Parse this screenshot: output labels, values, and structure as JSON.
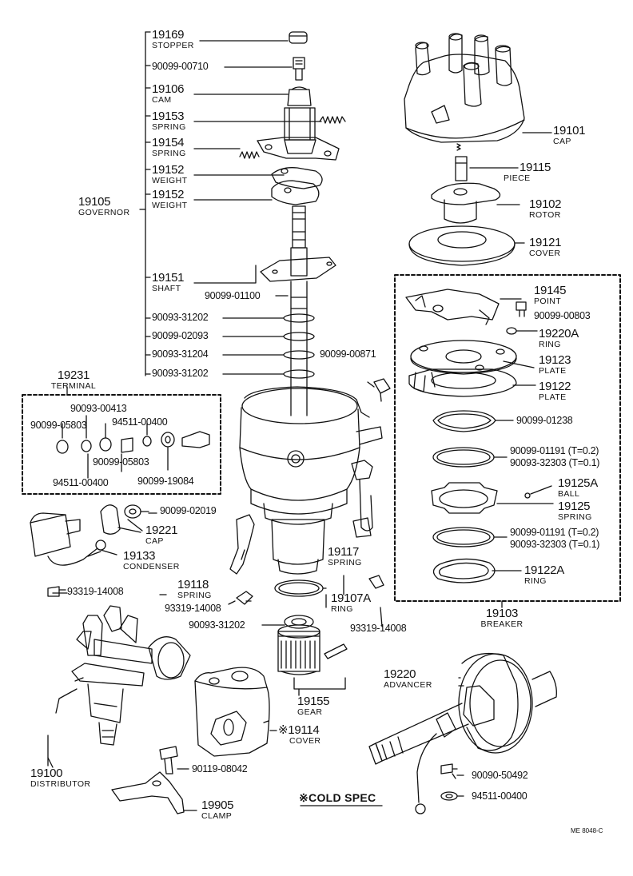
{
  "parts": {
    "p19169": {
      "num": "19169",
      "name": "STOPPER"
    },
    "p90099_00710": {
      "num": "90099-00710"
    },
    "p19106": {
      "num": "19106",
      "name": "CAM"
    },
    "p19153": {
      "num": "19153",
      "name": "SPRING"
    },
    "p19154": {
      "num": "19154",
      "name": "SPRING"
    },
    "p19152a": {
      "num": "19152",
      "name": "WEIGHT"
    },
    "p19152b": {
      "num": "19152",
      "name": "WEIGHT"
    },
    "p19105": {
      "num": "19105",
      "name": "GOVERNOR"
    },
    "p19151": {
      "num": "19151",
      "name": "SHAFT"
    },
    "p90099_01100": {
      "num": "90099-01100"
    },
    "p90093_31202a": {
      "num": "90093-31202"
    },
    "p90099_02093": {
      "num": "90099-02093"
    },
    "p90093_31204": {
      "num": "90093-31204"
    },
    "p90093_31202b": {
      "num": "90093-31202"
    },
    "p19231": {
      "num": "19231",
      "name": "TERMINAL"
    },
    "p90093_00413": {
      "num": "90093-00413"
    },
    "p90099_05803a": {
      "num": "90099-05803"
    },
    "p94511_00400a": {
      "num": "94511-00400"
    },
    "p90099_05803b": {
      "num": "90099-05803"
    },
    "p94511_00400b": {
      "num": "94511-00400"
    },
    "p90099_19084": {
      "num": "90099-19084"
    },
    "p90099_02019": {
      "num": "90099-02019"
    },
    "p19221": {
      "num": "19221",
      "name": "CAP"
    },
    "p19133": {
      "num": "19133",
      "name": "CONDENSER"
    },
    "p93319_14008a": {
      "num": "93319-14008"
    },
    "p19118": {
      "num": "19118",
      "name": "SPRING"
    },
    "p93319_14008b": {
      "num": "93319-14008"
    },
    "p90093_31202c": {
      "num": "90093-31202"
    },
    "p19117": {
      "num": "19117",
      "name": "SPRING"
    },
    "p19107a": {
      "num": "19107A",
      "name": "RING"
    },
    "p93319_14008c": {
      "num": "93319-14008"
    },
    "p90099_00871": {
      "num": "90099-00871"
    },
    "p19155": {
      "num": "19155",
      "name": "GEAR"
    },
    "p19114": {
      "num": "19114",
      "name": "COVER",
      "mark": "※"
    },
    "p19100": {
      "num": "19100",
      "name": "DISTRIBUTOR"
    },
    "p90119_08042": {
      "num": "90119-08042"
    },
    "p19905": {
      "num": "19905",
      "name": "CLAMP"
    },
    "p19101": {
      "num": "19101",
      "name": "CAP"
    },
    "p19115": {
      "num": "19115",
      "name": "PIECE"
    },
    "p19102": {
      "num": "19102",
      "name": "ROTOR"
    },
    "p19121": {
      "num": "19121",
      "name": "COVER"
    },
    "p19145": {
      "num": "19145",
      "name": "POINT"
    },
    "p90099_00803": {
      "num": "90099-00803"
    },
    "p19220a": {
      "num": "19220A",
      "name": "RING"
    },
    "p19123": {
      "num": "19123",
      "name": "PLATE"
    },
    "p19122": {
      "num": "19122",
      "name": "PLATE"
    },
    "p90099_01238": {
      "num": "90099-01238"
    },
    "p90099_01191a": {
      "num": "90099-01191 (T=0.2)"
    },
    "p90093_32303a": {
      "num": "90093-32303 (T=0.1)"
    },
    "p19125a": {
      "num": "19125A",
      "name": "BALL"
    },
    "p19125": {
      "num": "19125",
      "name": "SPRING"
    },
    "p90099_01191b": {
      "num": "90099-01191 (T=0.2)"
    },
    "p90093_32303b": {
      "num": "90093-32303 (T=0.1)"
    },
    "p19122a": {
      "num": "19122A",
      "name": "RING"
    },
    "p19103": {
      "num": "19103",
      "name": "BREAKER"
    },
    "p19220": {
      "num": "19220",
      "name": "ADVANCER"
    },
    "p90090_50492": {
      "num": "90090-50492"
    },
    "p94511_00400c": {
      "num": "94511-00400"
    }
  },
  "cold_spec": "※COLD SPEC",
  "figure_code": "ME 8048-C"
}
